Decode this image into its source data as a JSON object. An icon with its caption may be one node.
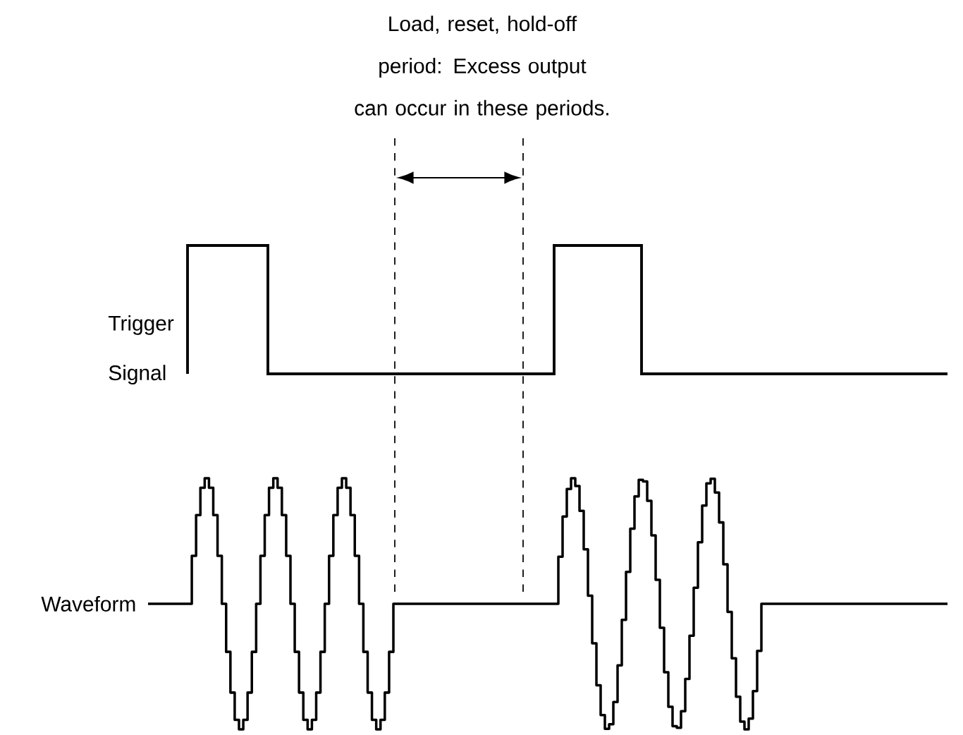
{
  "diagram": {
    "labels": [
      "Load, reset, hold-off period: Excess output can occur in these periods.",
      "Trigger Signal",
      "Waveform"
    ]
  }
}
